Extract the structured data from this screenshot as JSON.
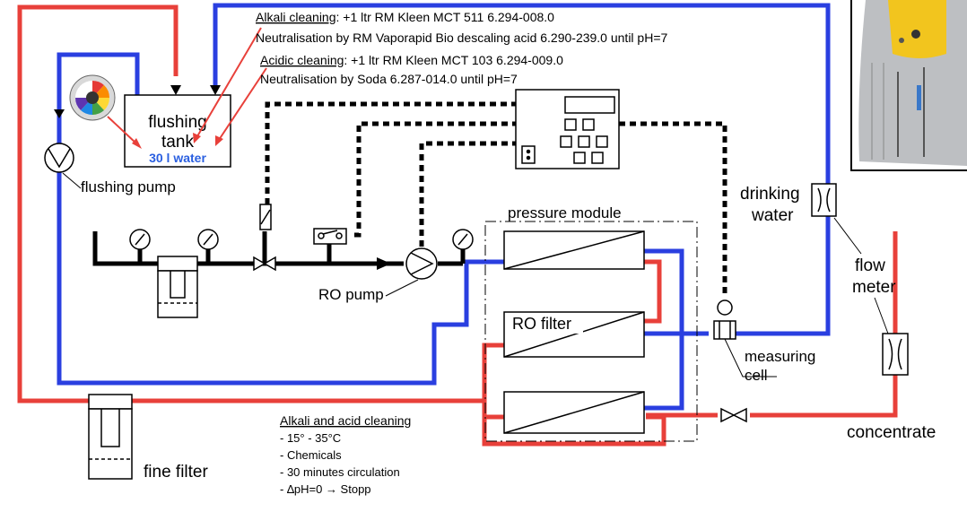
{
  "notes": {
    "alkali_title": "Alkali cleaning",
    "alkali_line1": ": +1 ltr RM Kleen MCT 511 6.294-008.0",
    "alkali_line2": "Neutralisation by RM Vaporapid Bio descaling acid 6.290-239.0 until pH=7",
    "acidic_title": "Acidic cleaning",
    "acidic_line1": ": +1 ltr RM Kleen MCT 103 6.294-009.0",
    "acidic_line2": "Neutralisation by Soda 6.287-014.0 until pH=7"
  },
  "tank": {
    "line1": "flushing",
    "line2": "tank",
    "volume": "30 l water"
  },
  "components": {
    "flushing_pump": "flushing pump",
    "ro_pump": "RO pump",
    "pressure_module": "pressure module",
    "ro_filter": "RO filter",
    "measuring_cell_1": "measuring",
    "measuring_cell_2": "cell",
    "fine_filter": "fine filter",
    "drinking_water_1": "drinking",
    "drinking_water_2": "water",
    "flow_meter_1": "flow",
    "flow_meter_2": "meter",
    "concentrate": "concentrate"
  },
  "cleaning": {
    "title": "Alkali and acid cleaning",
    "items": [
      "- 15° - 35°C",
      "- Chemicals",
      "- 30 minutes circulation",
      "- ∆pH=0 → Stopp"
    ]
  },
  "colors": {
    "red": "#e8403a",
    "blue": "#2a3fe0",
    "tank_text_blue": "#2a5fe0",
    "black": "#000000",
    "photo_yellow": "#f2c51e",
    "photo_grey": "#bdbfc2"
  }
}
